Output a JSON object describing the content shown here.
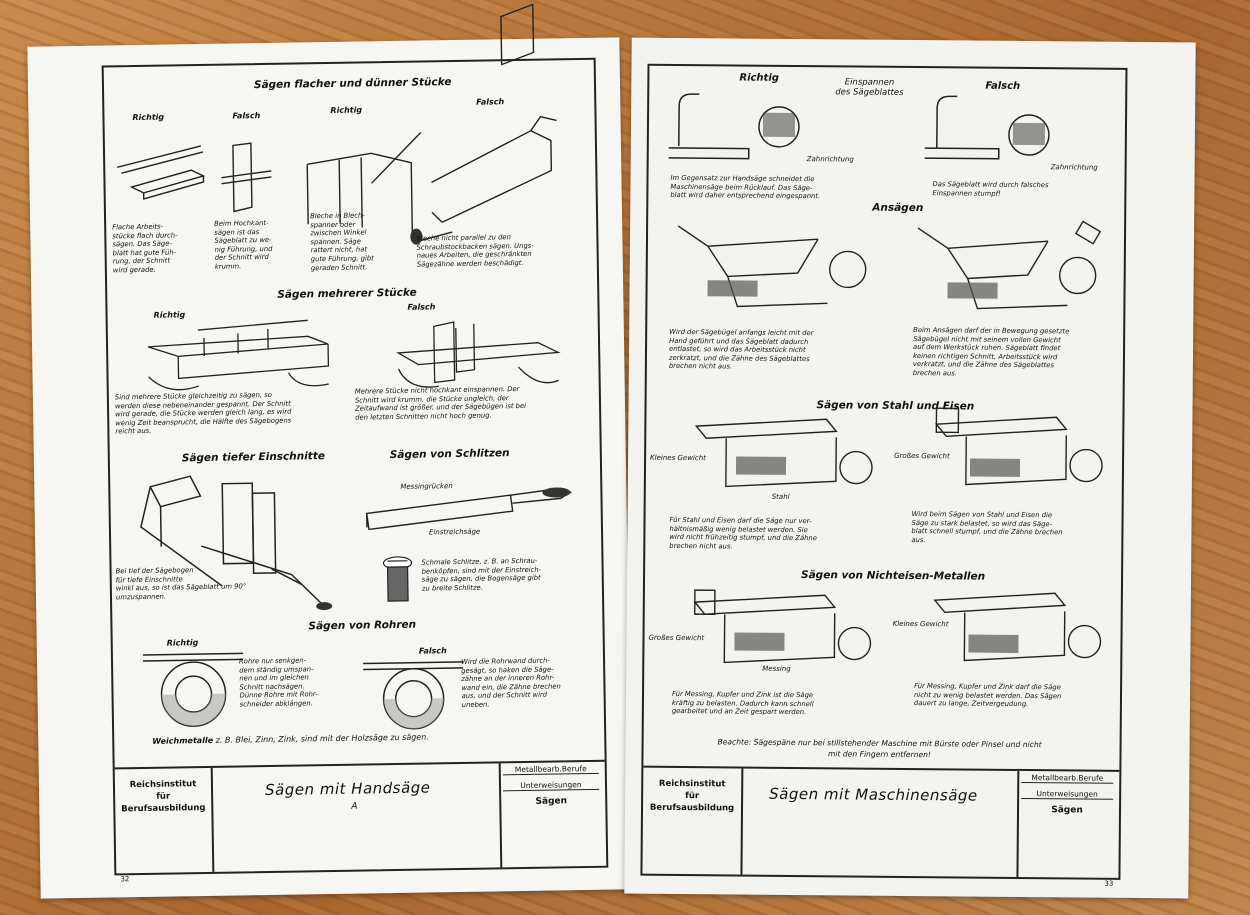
{
  "left_page": {
    "section1_title": "Sägen flacher und dünner Stücke",
    "richtig": "Richtig",
    "falsch": "Falsch",
    "cap1": "Flache Arbeits-\nstücke flach durch-\nsägen. Das Säge-\nblatt hat gute Füh-\nrung, der Schnitt\nwird gerade.",
    "cap2": "Beim Hochkant-\nsägen ist das\nSägeblatt zu we-\nnig Führung, und\nder Schnitt wird\nkrumm.",
    "cap3": "Bleche in Blech-\nspanner oder\nzwischen Winkel\nspannen. Säge\nrattert nicht, hat\ngute Führung, gibt\ngeraden Schnitt.",
    "cap4": "Bleche nicht parallel zu den\nSchraubstockbacken sägen. Ungs-\nnaues Arbeiten, die geschränkten\nSägezähne werden beschädigt.",
    "section2_title": "Sägen mehrerer Stücke",
    "cap5": "Sind mehrere Stücke gleichzeitig zu sägen, so\nwerden diese nebeneinander gespannt. Der Schnitt\nwird gerade, die Stücke werden gleich lang, es wird\nwenig Zeit beansprucht, die Hälfte des Sägebogens\nreicht aus.",
    "cap6": "Mehrere Stücke nicht hochkant einspannen. Der\nSchnitt wird krumm, die Stücke ungleich, der\nZeitaufwand ist größer, und der Sägebügen ist bei\nden letzten Schnitten nicht hoch genug.",
    "section3_title": "Sägen tiefer Einschnitte",
    "section4_title": "Sägen von Schlitzen",
    "messingruecken": "Messingrücken",
    "einstreichsaege": "Einstreichsäge",
    "cap7": "Bei tief der Sägebogen\nfür tiefe Einschnitte\nwinkl aus, so ist das Sägeblatt um 90°\numzuspannen.",
    "cap8": "Schmale Schlitze, z. B. an Schrau-\nbenköpfen, sind mit der Einstreich-\nsäge zu sägen, die Bogensäge gibt\nzu breite Schlitze.",
    "section5_title": "Sägen von Rohren",
    "cap9": "Rohre nur senkgen-\ndem ständig umspan-\nnen und im gleichen\nSchnitt nachsägen.\nDünne Rohre mit Rohr-\nschneider abklängen.",
    "cap10": "Wird die Rohrwand durch-\ngesägt, so haken die Säge-\nzähne an der inneren Rohr-\nwand ein, die Zähne brechen\naus, und der Schnitt wird\nuneben.",
    "weichmetalle_bold": "Weichmetalle",
    "weichmetalle_rest": "z. B. Blei, Zinn, Zink, sind mit der Holzsäge zu sägen.",
    "institute": "Reichsinstitut\nfür\nBerufsausbildung",
    "title": "Sägen mit Handsäge",
    "title_sub": "A",
    "rb1": "Metallbearb.Berufe",
    "rb2": "Unterweisungen",
    "rb3": "Sägen",
    "page_no": "32"
  },
  "right_page": {
    "richtig": "Richtig",
    "einspannen": "Einspannen\ndes Sägeblattes",
    "falsch": "Falsch",
    "zahnrichtung1": "Zahnrichtung",
    "zahnrichtung2": "Zahnrichtung",
    "cap1": "Im Gegensatz zur Handsäge schneidet die\nMaschinensäge beim Rücklauf. Das Säge-\nblatt wird daher entsprechend eingespannt.",
    "cap2": "Das Sägeblatt wird durch falsches\nEinspannen stumpf!",
    "ansaegen": "Ansägen",
    "cap3": "Wird der Sägebügel anfangs leicht mit der\nHand geführt und das Sägeblatt dadurch\nentlastet, so wird das Arbeitsstück nicht\nzerkratzt, und die Zähne des Sägeblattes\nbrechen nicht aus.",
    "cap4": "Beim Ansägen darf der in Bewegung gesetzte\nSägebügel nicht mit seinem vollen Gewicht\nauf dem Werkstück ruhen. Sägeblatt findet\nkeinen richtigen Schnitt, Arbeitsstück wird\nverkratzt, und die Zähne des Sägeblattes\nbrechen aus.",
    "section_stahl": "Sägen von Stahl und Eisen",
    "kleines_gewicht": "Kleines Gewicht",
    "grosses_gewicht": "Großes Gewicht",
    "stahl": "Stahl",
    "cap5": "Für Stahl und Eisen darf die Säge nur ver-\nhältnismäßig wenig belastet werden. Sie\nwird nicht frühzeitig stumpf, und die Zähne\nbrechen nicht aus.",
    "cap6": "Wird beim Sägen von Stahl und Eisen die\nSäge zu stark belastet, so wird das Säge-\nblatt schnell stumpf, und die Zähne brechen\naus.",
    "section_ne": "Sägen von Nichteisen-Metallen",
    "grosses_gewicht2": "Großes Gewicht",
    "kleines_gewicht2": "Kleines Gewicht",
    "messing": "Messing",
    "cap7": "Für Messing, Kupfer und Zink ist die Säge\nkräftig zu belasten. Dadurch kann schnell\ngearbeitet und an Zeit gespart werden.",
    "cap8": "Für Messing, Kupfer und Zink darf die Säge\nnicht zu wenig belastet werden. Das Sägen\ndauert zu lange, Zeitvergeudung.",
    "beachte": "Beachte: Sägespäne nur bei stillstehender Maschine mit Bürste oder Pinsel und nicht\nmit den Fingern entfernen!",
    "institute": "Reichsinstitut\nfür\nBerufsausbildung",
    "title": "Sägen mit Maschinensäge",
    "rb1": "Metallbearb.Berufe",
    "rb2": "Unterweisungen",
    "rb3": "Sägen",
    "page_no": "33"
  }
}
